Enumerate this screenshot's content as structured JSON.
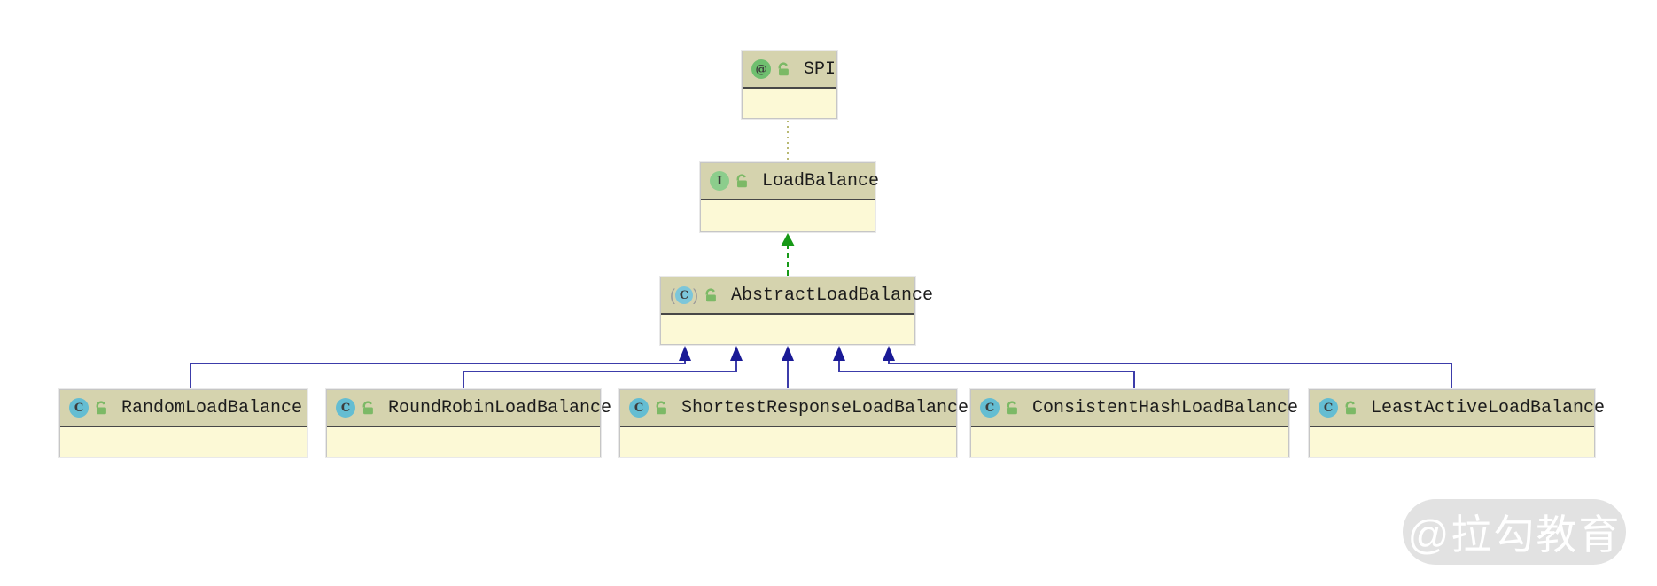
{
  "diagram": {
    "nodes": [
      {
        "id": "spi",
        "label": "SPI",
        "kind": "annotation"
      },
      {
        "id": "load-balance",
        "label": "LoadBalance",
        "kind": "interface"
      },
      {
        "id": "abstract-load-balance",
        "label": "AbstractLoadBalance",
        "kind": "abstract-class"
      },
      {
        "id": "random-load-balance",
        "label": "RandomLoadBalance",
        "kind": "class"
      },
      {
        "id": "round-robin-load-balance",
        "label": "RoundRobinLoadBalance",
        "kind": "class"
      },
      {
        "id": "shortest-response-load-balance",
        "label": "ShortestResponseLoadBalance",
        "kind": "class"
      },
      {
        "id": "consistent-hash-load-balance",
        "label": "ConsistentHashLoadBalance",
        "kind": "class"
      },
      {
        "id": "least-active-load-balance",
        "label": "LeastActiveLoadBalance",
        "kind": "class"
      }
    ],
    "edges": [
      {
        "from": "load-balance",
        "to": "spi",
        "type": "annotation-dependency-dotted"
      },
      {
        "from": "abstract-load-balance",
        "to": "load-balance",
        "type": "implements"
      },
      {
        "from": "random-load-balance",
        "to": "abstract-load-balance",
        "type": "extends"
      },
      {
        "from": "round-robin-load-balance",
        "to": "abstract-load-balance",
        "type": "extends"
      },
      {
        "from": "shortest-response-load-balance",
        "to": "abstract-load-balance",
        "type": "extends"
      },
      {
        "from": "consistent-hash-load-balance",
        "to": "abstract-load-balance",
        "type": "extends"
      },
      {
        "from": "least-active-load-balance",
        "to": "abstract-load-balance",
        "type": "extends"
      }
    ]
  },
  "icons": {
    "annotation_glyph": "@",
    "interface_glyph": "I",
    "class_glyph": "C",
    "abstract_paren_open": "(",
    "abstract_paren_close": ")"
  },
  "colors": {
    "header_bg": "#d5d3ae",
    "body_bg": "#fcf9d6",
    "separator": "#474747",
    "extends_edge": "#3c3caa",
    "extends_arrowhead": "#1a1a96",
    "implements_edge": "#179917",
    "annotation_edge": "#b9b973",
    "annotation_icon": "#6fbf6f",
    "interface_icon": "#8ccd8c",
    "class_icon": "#64bdd2",
    "lock_icon": "#7cb966",
    "watermark_bg": "#e2e2e2",
    "watermark_text": "#ffffff"
  },
  "watermark": {
    "text": "@拉勾教育"
  }
}
